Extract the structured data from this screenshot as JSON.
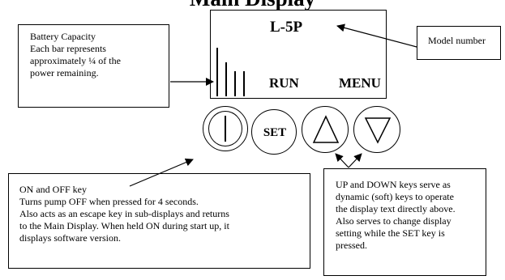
{
  "title": "Main Display",
  "display": {
    "model": "L-5P",
    "left_label": "RUN",
    "right_label": "MENU"
  },
  "keys": {
    "power_icon": "power-line-icon",
    "set_label": "SET",
    "up_icon": "triangle-up-icon",
    "down_icon": "triangle-down-icon"
  },
  "callouts": {
    "battery": [
      "Battery Capacity",
      "Each bar represents",
      "approximately ¼ of the",
      "power remaining."
    ],
    "model": "Model number",
    "onoff": [
      "ON and OFF key",
      "Turns pump OFF when pressed for 4 seconds.",
      "Also acts as an escape key in sub-displays and returns",
      "to the Main Display. When held ON during start up, it",
      "displays software version."
    ],
    "updown": [
      "UP and DOWN keys serve as",
      "dynamic (soft) keys to operate",
      "the display text directly above.",
      "Also serves to change display",
      "setting while the SET key is",
      "pressed."
    ]
  }
}
